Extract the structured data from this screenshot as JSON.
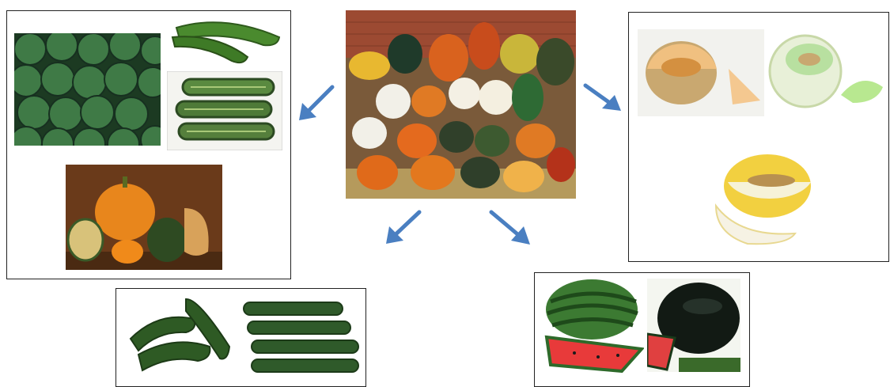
{
  "diagram": {
    "center": {
      "subject": "cucurbits-family-photo"
    },
    "groups": [
      {
        "id": "squash-pumpkin",
        "photos": [
          "round-green-squash",
          "zucchini",
          "striped-zucchini",
          "pumpkins-and-gourds"
        ]
      },
      {
        "id": "melons",
        "photos": [
          "cantaloupe",
          "honeydew",
          "yellow-canary-melon"
        ]
      },
      {
        "id": "cucumbers",
        "photos": [
          "cucumbers-pile",
          "cucumbers-row"
        ]
      },
      {
        "id": "watermelons",
        "photos": [
          "striped-watermelon",
          "black-watermelon"
        ]
      }
    ],
    "colors": {
      "arrow": "#4a7fc1",
      "frame": "#222222"
    }
  }
}
